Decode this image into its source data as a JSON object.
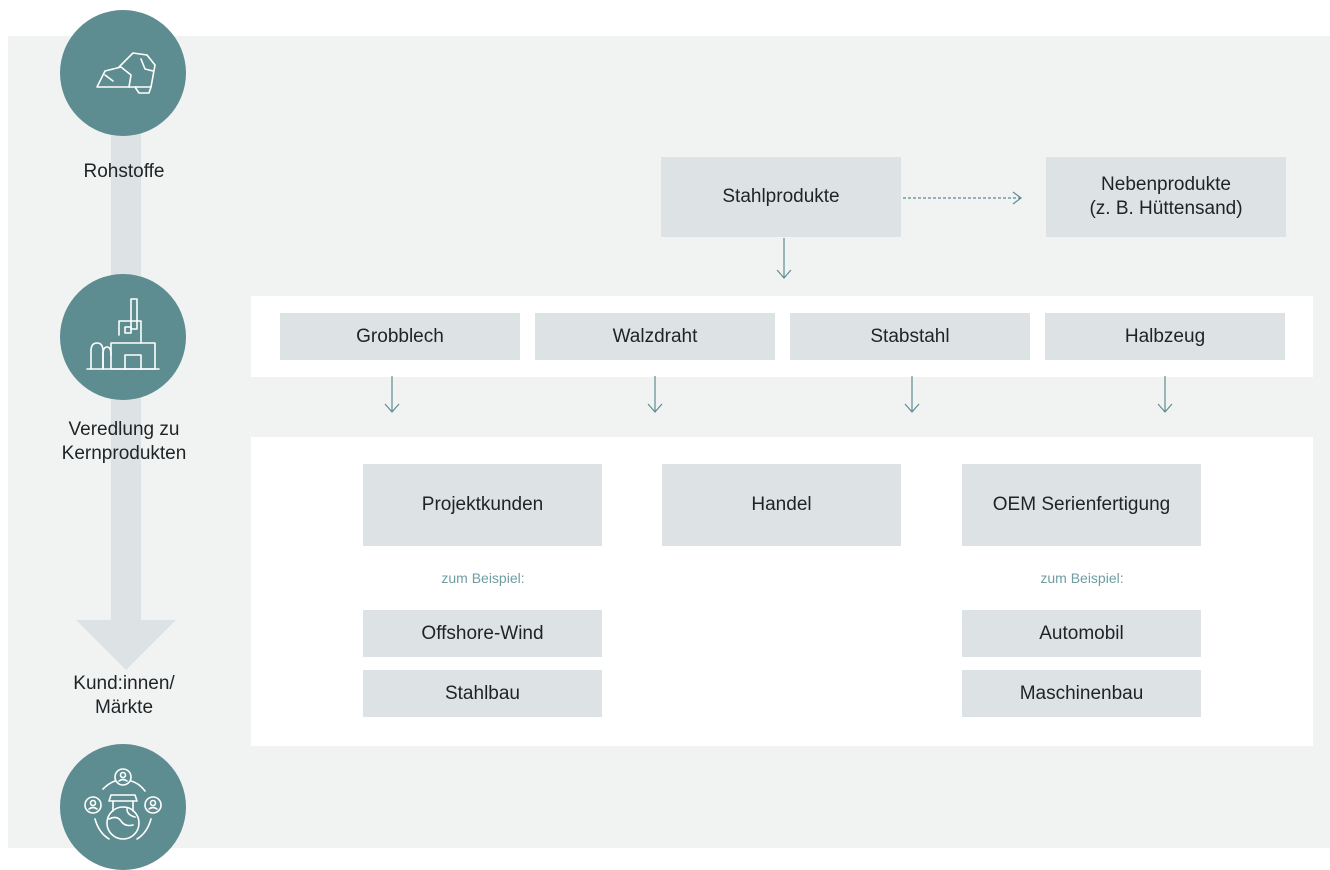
{
  "steps": {
    "raw": "Rohstoffe",
    "refine_line1": "Veredlung zu",
    "refine_line2": "Kernprodukten",
    "markets_line1": "Kund:innen/",
    "markets_line2": "Märkte"
  },
  "top": {
    "steel": "Stahlprodukte",
    "byproduct_line1": "Nebenprodukte",
    "byproduct_line2": "(z. B. Hüttensand)"
  },
  "core": [
    "Grobblech",
    "Walzdraht",
    "Stabstahl",
    "Halbzeug"
  ],
  "customers": {
    "project": "Projektkunden",
    "trade": "Handel",
    "oem": "OEM Serienfertigung",
    "example_label": "zum Beispiel:",
    "project_examples": [
      "Offshore-Wind",
      "Stahlbau"
    ],
    "oem_examples": [
      "Automobil",
      "Maschinenbau"
    ]
  },
  "icons": {
    "raw": "rocks-icon",
    "refine": "factory-icon",
    "markets": "global-customers-icon"
  },
  "colors": {
    "teal": "#5d8c91",
    "box": "#dde3e5",
    "background": "#f1f3f3",
    "flow_bar": "#dde3e5"
  }
}
